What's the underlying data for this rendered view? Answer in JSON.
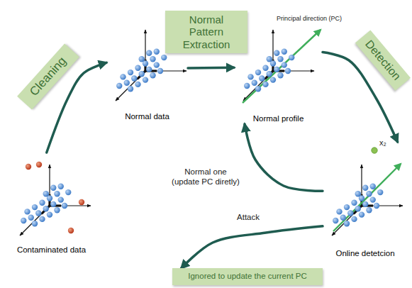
{
  "diagram": {
    "nodes": [
      {
        "text": [
          "Contaminated data"
        ]
      },
      {
        "text": [
          "Cleaning"
        ]
      },
      {
        "text": [
          "Normal data"
        ]
      },
      {
        "text": [
          "Normal Pattern Extraction"
        ]
      },
      {
        "text": [
          "Normal profile"
        ]
      },
      {
        "text": [
          "Detection"
        ]
      },
      {
        "text": [
          "Online detetcion"
        ]
      },
      {
        "text": [
          "Ignored to update the current PC"
        ]
      }
    ],
    "edges": [
      {
        "from": 0,
        "to": 2,
        "arrow": "to"
      },
      {
        "from": 2,
        "to": 4,
        "arrow": "to"
      },
      {
        "from": 4,
        "to": 6,
        "arrow": "to"
      },
      {
        "from": 6,
        "to": 4,
        "label": "Normal one (update PC diretly)",
        "arrow": "to"
      },
      {
        "from": 6,
        "to": 7,
        "label": "Attack",
        "arrow": "to"
      }
    ],
    "labels": [
      "Principal direction (PC)",
      "x₂"
    ]
  }
}
